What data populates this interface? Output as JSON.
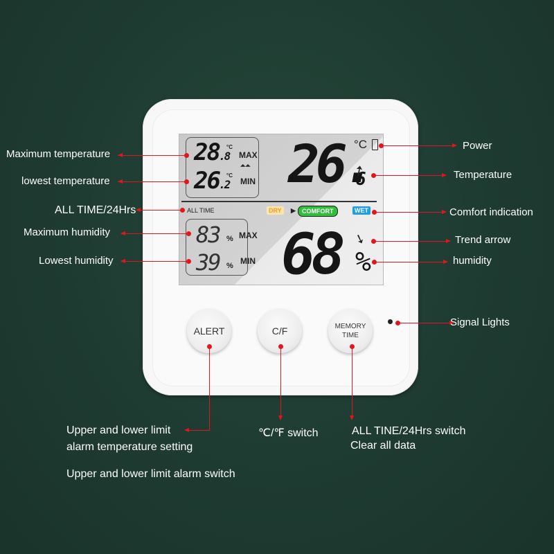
{
  "device": {
    "temp_max": "28",
    "temp_max_dec": ".8",
    "temp_min": "26",
    "temp_min_dec": ".2",
    "unit_c": "°C",
    "max_label": "MAX",
    "min_label": "MIN",
    "temp_main": "26.",
    "temp_main_dec": "6",
    "all_time": "ALL TIME",
    "dry": "DRY",
    "comfort": "COMFORT",
    "wet": "WET",
    "hum_max": "83",
    "hum_min": "39",
    "pct": "%",
    "hum_main": "68",
    "hum_main_pct": "%"
  },
  "buttons": {
    "alert": "ALERT",
    "cf": "C/F",
    "memory": "MEMORY",
    "time": "TIME"
  },
  "labels": {
    "max_temp": "Maximum temperature",
    "low_temp": "lowest temperature",
    "all_time_24": "ALL TIME/24Hrs",
    "max_hum": "Maximum humidity",
    "low_hum": "Lowest humidity",
    "power": "Power",
    "temperature": "Temperature",
    "comfort_ind": "Comfort indication",
    "trend": "Trend arrow",
    "humidity": "humidity",
    "signal": "Signal Lights",
    "alarm_set_1": "Upper and lower limit",
    "alarm_set_2": "alarm temperature setting",
    "alarm_switch": "Upper and lower limit alarm switch",
    "cf_switch": "℃/℉  switch",
    "alltine_1": "ALL TINE/24Hrs switch",
    "alltine_2": "Clear all data"
  },
  "colors": {
    "accent": "#e2161c",
    "comfort": "#2fbf3a",
    "dry": "#f0a21c",
    "wet": "#1f9ee0"
  }
}
